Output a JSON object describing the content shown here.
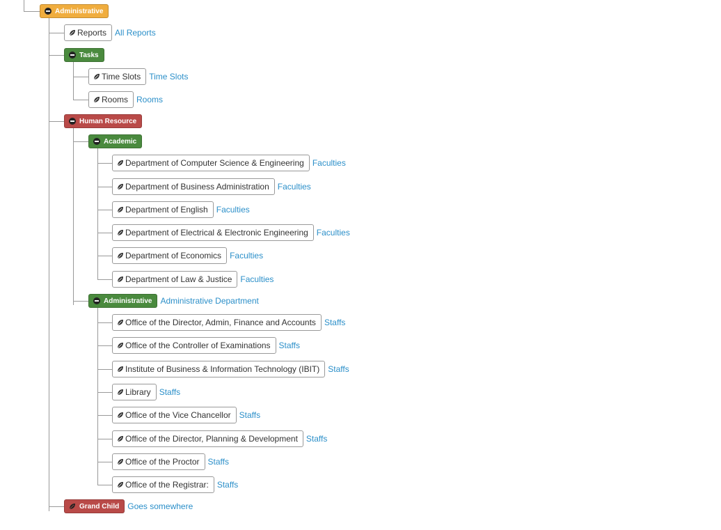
{
  "tree": {
    "root": {
      "label": "Administrative",
      "color": "#f0ad3e",
      "icon": "minus-circle-icon"
    },
    "reports": {
      "label": "Reports",
      "link": "All Reports",
      "icon": "leaf-icon"
    },
    "tasks": {
      "label": "Tasks",
      "color": "#4a8a3e",
      "icon": "minus-circle-icon",
      "children": [
        {
          "label": "Time Slots",
          "link": "Time Slots",
          "icon": "leaf-icon"
        },
        {
          "label": "Rooms",
          "link": "Rooms",
          "icon": "leaf-icon"
        }
      ]
    },
    "human_resource": {
      "label": "Human Resource",
      "color": "#b94a48",
      "icon": "minus-circle-icon",
      "academic": {
        "label": "Academic",
        "color": "#4a8a3e",
        "icon": "minus-circle-icon",
        "children": [
          {
            "label": "Department of Computer Science & Engineering",
            "link": "Faculties"
          },
          {
            "label": "Department of Business Administration",
            "link": "Faculties"
          },
          {
            "label": "Department of English",
            "link": "Faculties"
          },
          {
            "label": "Department of Electrical & Electronic Engineering",
            "link": "Faculties"
          },
          {
            "label": "Department of Economics",
            "link": "Faculties"
          },
          {
            "label": "Department of Law & Justice",
            "link": "Faculties"
          }
        ]
      },
      "administrative": {
        "label": "Administrative",
        "link": "Administrative Department",
        "color": "#4a8a3e",
        "icon": "minus-circle-icon",
        "children": [
          {
            "label": "Office of the Director, Admin, Finance and Accounts",
            "link": "Staffs"
          },
          {
            "label": "Office of the Controller of Examinations",
            "link": "Staffs"
          },
          {
            "label": "Institute of Business & Information Technology (IBIT)",
            "link": "Staffs"
          },
          {
            "label": "Library",
            "link": "Staffs"
          },
          {
            "label": "Office of the Vice Chancellor",
            "link": "Staffs"
          },
          {
            "label": "Office of the Director, Planning & Development",
            "link": "Staffs"
          },
          {
            "label": "Office of the Proctor",
            "link": "Staffs"
          },
          {
            "label": "Office of the Registrar:",
            "link": "Staffs"
          }
        ]
      }
    },
    "grand_child": {
      "label": "Grand Child",
      "link": "Goes somewhere",
      "color": "#b94a48",
      "icon": "leaf-icon"
    }
  }
}
